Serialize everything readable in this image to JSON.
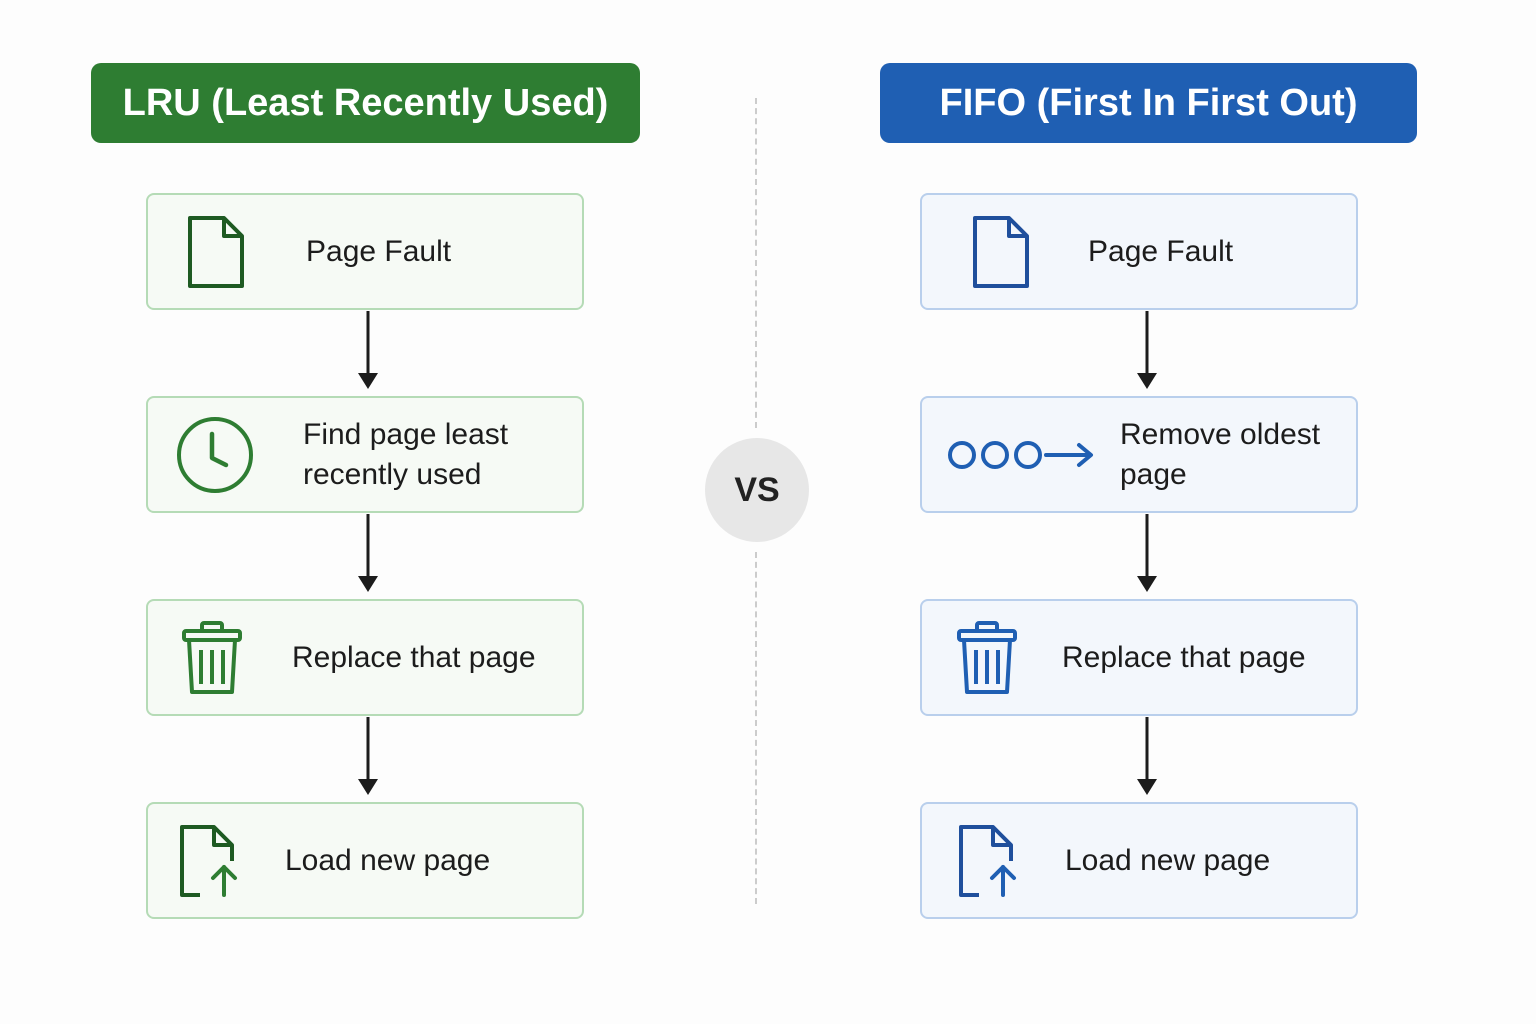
{
  "colors": {
    "lru_accent": "#2e7d32",
    "fifo_accent": "#1f5fb3",
    "arrow": "#1c1c1c"
  },
  "lru": {
    "title": "LRU (Least Recently Used)",
    "steps": [
      {
        "icon": "document-icon",
        "label": "Page Fault"
      },
      {
        "icon": "clock-icon",
        "label": "Find page least\nrecently used"
      },
      {
        "icon": "trash-icon",
        "label": "Replace that page"
      },
      {
        "icon": "upload-file-icon",
        "label": "Load new page"
      }
    ]
  },
  "fifo": {
    "title": "FIFO (First In First Out)",
    "steps": [
      {
        "icon": "document-icon",
        "label": "Page Fault"
      },
      {
        "icon": "queue-arrow-icon",
        "label": "Remove oldest\npage"
      },
      {
        "icon": "trash-icon",
        "label": "Replace that page"
      },
      {
        "icon": "upload-file-icon",
        "label": "Load new page"
      }
    ]
  },
  "vs_label": "VS"
}
